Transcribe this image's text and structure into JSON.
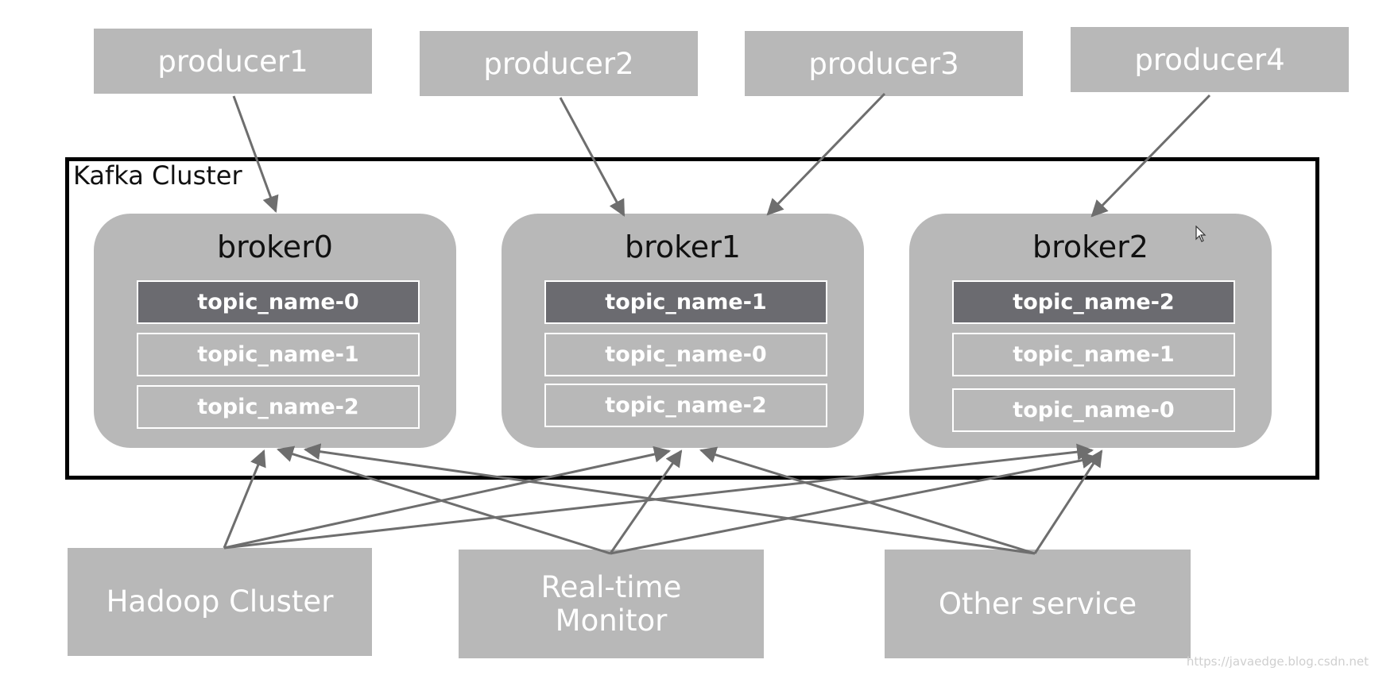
{
  "producers": [
    {
      "label": "producer1"
    },
    {
      "label": "producer2"
    },
    {
      "label": "producer3"
    },
    {
      "label": "producer4"
    }
  ],
  "cluster": {
    "label": "Kafka Cluster"
  },
  "brokers": [
    {
      "name": "broker0",
      "partitions": [
        "topic_name-0",
        "topic_name-1",
        "topic_name-2"
      ]
    },
    {
      "name": "broker1",
      "partitions": [
        "topic_name-1",
        "topic_name-0",
        "topic_name-2"
      ]
    },
    {
      "name": "broker2",
      "partitions": [
        "topic_name-2",
        "topic_name-1",
        "topic_name-0"
      ]
    }
  ],
  "consumers": [
    {
      "label": "Hadoop Cluster"
    },
    {
      "label": "Real-time Monitor"
    },
    {
      "label": "Other service"
    }
  ],
  "watermark": "https://javaedge.blog.csdn.net",
  "colors": {
    "box_gray": "#b8b8b8",
    "leader_partition": "#6b6b70",
    "arrow": "#6e6e6e",
    "cluster_border": "#000000"
  }
}
